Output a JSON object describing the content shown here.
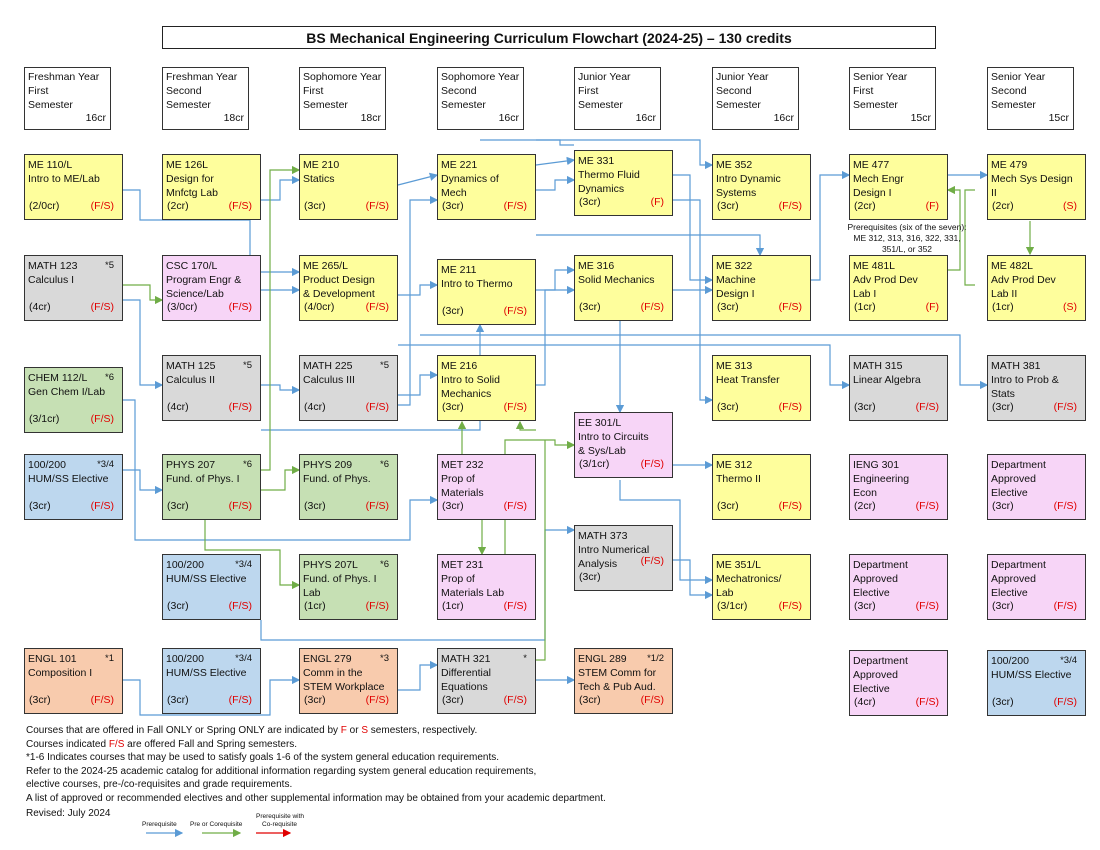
{
  "title": "BS Mechanical Engineering Curriculum Flowchart (2024-25) – 130 credits",
  "semesters": [
    {
      "line1": "Freshman Year",
      "line2": "First",
      "line3": "Semester",
      "credits": "16cr"
    },
    {
      "line1": "Freshman Year",
      "line2": "Second",
      "line3": "Semester",
      "credits": "18cr"
    },
    {
      "line1": "Sophomore Year",
      "line2": "First",
      "line3": "Semester",
      "credits": "18cr"
    },
    {
      "line1": "Sophomore Year",
      "line2": "Second",
      "line3": "Semester",
      "credits": "16cr"
    },
    {
      "line1": "Junior Year",
      "line2": "First",
      "line3": "Semester",
      "credits": "16cr"
    },
    {
      "line1": "Junior Year",
      "line2": "Second",
      "line3": "Semester",
      "credits": "16cr"
    },
    {
      "line1": "Senior Year",
      "line2": "First",
      "line3": "Semester",
      "credits": "15cr"
    },
    {
      "line1": "Senior Year",
      "line2": "Second",
      "line3": "Semester",
      "credits": "15cr"
    }
  ],
  "courses": {
    "me110": {
      "l1": "ME 110/L",
      "l2": "Intro to ME/Lab",
      "l3": "",
      "credits": "(2/0cr)",
      "offered": "(F/S)",
      "star": ""
    },
    "math123": {
      "l1": "MATH 123",
      "l2": "Calculus I",
      "l3": "",
      "credits": "(4cr)",
      "offered": "(F/S)",
      "star": "*5"
    },
    "chem112": {
      "l1": "CHEM 112/L",
      "l2": "Gen Chem I/Lab",
      "l3": "",
      "credits": "(3/1cr)",
      "offered": "(F/S)",
      "star": "*6"
    },
    "hum1": {
      "l1": "100/200",
      "l2": "HUM/SS Elective",
      "l3": "",
      "credits": "(3cr)",
      "offered": "(F/S)",
      "star": "*3/4"
    },
    "engl101": {
      "l1": "ENGL 101",
      "l2": "Composition I",
      "l3": "",
      "credits": "(3cr)",
      "offered": "(F/S)",
      "star": "*1"
    },
    "me126": {
      "l1": "ME 126L",
      "l2": "Design for",
      "l3": "Mnfctg Lab",
      "credits": "(2cr)",
      "offered": "(F/S)",
      "star": ""
    },
    "csc170": {
      "l1": "CSC 170/L",
      "l2": "Program Engr &",
      "l3": "Science/Lab",
      "credits": "(3/0cr)",
      "offered": "(F/S)",
      "star": ""
    },
    "math125": {
      "l1": "MATH 125",
      "l2": "Calculus II",
      "l3": "",
      "credits": "(4cr)",
      "offered": "(F/S)",
      "star": "*5"
    },
    "phys207": {
      "l1": "PHYS 207",
      "l2": "Fund. of Phys. I",
      "l3": "",
      "credits": "(3cr)",
      "offered": "(F/S)",
      "star": "*6"
    },
    "hum2": {
      "l1": "100/200",
      "l2": "HUM/SS Elective",
      "l3": "",
      "credits": "(3cr)",
      "offered": "(F/S)",
      "star": "*3/4"
    },
    "hum3": {
      "l1": "100/200",
      "l2": "HUM/SS Elective",
      "l3": "",
      "credits": "(3cr)",
      "offered": "(F/S)",
      "star": "*3/4"
    },
    "me210": {
      "l1": "ME 210",
      "l2": "Statics",
      "l3": "",
      "credits": "(3cr)",
      "offered": "(F/S)",
      "star": ""
    },
    "me265": {
      "l1": "ME 265/L",
      "l2": "Product Design",
      "l3": "& Development",
      "credits": "(4/0cr)",
      "offered": "(F/S)",
      "star": ""
    },
    "math225": {
      "l1": "MATH 225",
      "l2": "Calculus III",
      "l3": "",
      "credits": "(4cr)",
      "offered": "(F/S)",
      "star": "*5"
    },
    "phys209": {
      "l1": "PHYS 209",
      "l2": "Fund. of Phys.",
      "l3": "",
      "credits": "(3cr)",
      "offered": "(F/S)",
      "star": "*6"
    },
    "phys207l": {
      "l1": "PHYS 207L",
      "l2": "Fund. of Phys. I",
      "l3": "Lab",
      "credits": "(1cr)",
      "offered": "(F/S)",
      "star": "*6"
    },
    "engl279": {
      "l1": "ENGL 279",
      "l2": "Comm in the",
      "l3": "STEM Workplace",
      "credits": "(3cr)",
      "offered": "(F/S)",
      "star": "*3"
    },
    "me221": {
      "l1": "ME 221",
      "l2": "Dynamics of",
      "l3": "Mech",
      "credits": "(3cr)",
      "offered": "(F/S)",
      "star": ""
    },
    "me211": {
      "l1": "ME 211",
      "l2": "Intro to Thermo",
      "l3": "",
      "credits": "(3cr)",
      "offered": "(F/S)",
      "star": ""
    },
    "me216": {
      "l1": "ME 216",
      "l2": "Intro to Solid",
      "l3": "Mechanics",
      "credits": "(3cr)",
      "offered": "(F/S)",
      "star": ""
    },
    "met232": {
      "l1": "MET 232",
      "l2": "Prop of",
      "l3": "Materials",
      "credits": "(3cr)",
      "offered": "(F/S)",
      "star": ""
    },
    "met231": {
      "l1": "MET 231",
      "l2": "Prop of",
      "l3": "Materials Lab",
      "credits": "(1cr)",
      "offered": "(F/S)",
      "star": ""
    },
    "math321": {
      "l1": "MATH 321",
      "l2": "Differential",
      "l3": "Equations",
      "credits": "(3cr)",
      "offered": "(F/S)",
      "star": "*"
    },
    "me331": {
      "l1": "ME 331",
      "l2": "Thermo Fluid",
      "l3": "Dynamics",
      "credits": "(3cr)",
      "offered": "(F)",
      "star": ""
    },
    "me316": {
      "l1": "ME 316",
      "l2": "Solid Mechanics",
      "l3": "",
      "credits": "(3cr)",
      "offered": "(F/S)",
      "star": ""
    },
    "ee301": {
      "l1": "EE 301/L",
      "l2": "Intro to Circuits",
      "l3": "& Sys/Lab",
      "credits": "(3/1cr)",
      "offered": "(F/S)",
      "star": ""
    },
    "math373": {
      "l1": "MATH 373",
      "l2": "Intro Numerical",
      "l3": "Analysis",
      "credits": "(3cr)",
      "offered": "(F/S)",
      "star": ""
    },
    "engl289": {
      "l1": "ENGL 289",
      "l2": "STEM Comm for",
      "l3": "Tech & Pub Aud.",
      "credits": "(3cr)",
      "offered": "(F/S)",
      "star": "*1/2"
    },
    "me352": {
      "l1": "ME 352",
      "l2": "Intro Dynamic",
      "l3": "Systems",
      "credits": "(3cr)",
      "offered": "(F/S)",
      "star": ""
    },
    "me322": {
      "l1": "ME 322",
      "l2": "Machine",
      "l3": "Design I",
      "credits": "(3cr)",
      "offered": "(F/S)",
      "star": ""
    },
    "me313": {
      "l1": "ME 313",
      "l2": "Heat Transfer",
      "l3": "",
      "credits": "(3cr)",
      "offered": "(F/S)",
      "star": ""
    },
    "me312": {
      "l1": "ME 312",
      "l2": "Thermo II",
      "l3": "",
      "credits": "(3cr)",
      "offered": "(F/S)",
      "star": ""
    },
    "me351": {
      "l1": "ME 351/L",
      "l2": "Mechatronics/",
      "l3": "Lab",
      "credits": "(3/1cr)",
      "offered": "(F/S)",
      "star": ""
    },
    "me477": {
      "l1": "ME 477",
      "l2": "Mech Engr",
      "l3": "Design I",
      "credits": "(2cr)",
      "offered": "(F)",
      "star": ""
    },
    "me481": {
      "l1": "ME 481L",
      "l2": "Adv Prod Dev",
      "l3": "Lab I",
      "credits": "(1cr)",
      "offered": "(F)",
      "star": ""
    },
    "math315": {
      "l1": "MATH 315",
      "l2": "Linear Algebra",
      "l3": "",
      "credits": "(3cr)",
      "offered": "(F/S)",
      "star": ""
    },
    "ieng301": {
      "l1": "IENG 301",
      "l2": "Engineering",
      "l3": "Econ",
      "credits": "(2cr)",
      "offered": "(F/S)",
      "star": ""
    },
    "dae1": {
      "l1": "Department",
      "l2": "Approved",
      "l3": "Elective",
      "credits": "(3cr)",
      "offered": "(F/S)",
      "star": ""
    },
    "dae2": {
      "l1": "Department",
      "l2": "Approved",
      "l3": "Elective",
      "credits": "(4cr)",
      "offered": "(F/S)",
      "star": ""
    },
    "me479": {
      "l1": "ME 479",
      "l2": "Mech Sys Design",
      "l3": "II",
      "credits": "(2cr)",
      "offered": "(S)",
      "star": ""
    },
    "me482": {
      "l1": "ME 482L",
      "l2": "Adv Prod Dev",
      "l3": "Lab II",
      "credits": "(1cr)",
      "offered": "(S)",
      "star": ""
    },
    "math381": {
      "l1": "MATH 381",
      "l2": "Intro to Prob &",
      "l3": "Stats",
      "credits": "(3cr)",
      "offered": "(F/S)",
      "star": ""
    },
    "dae3": {
      "l1": "Department",
      "l2": "Approved",
      "l3": "Elective",
      "credits": "(3cr)",
      "offered": "(F/S)",
      "star": ""
    },
    "dae4": {
      "l1": "Department",
      "l2": "Approved",
      "l3": "Elective",
      "credits": "(3cr)",
      "offered": "(F/S)",
      "star": ""
    },
    "hum4": {
      "l1": "100/200",
      "l2": "HUM/SS Elective",
      "l3": "",
      "credits": "(3cr)",
      "offered": "(F/S)",
      "star": "*3/4"
    }
  },
  "prereq_note": "Prerequisites (six of the seven): ME 312, 313, 316, 322, 331, 351/L, or 352",
  "notes": {
    "n1a": "Courses that are offered in Fall ONLY or Spring ONLY are indicated by ",
    "n1F": "F",
    "n1b": " or ",
    "n1S": "S",
    "n1c": " semesters, respectively.",
    "n2a": "Courses indicated ",
    "n2FS": "F/S",
    "n2b": " are offered Fall and Spring semesters.",
    "n3": "*1-6 Indicates courses that may be used to satisfy goals 1-6 of the system general education requirements.",
    "n4": "Refer to the 2024-25 academic catalog for additional information regarding system general education requirements,",
    "n5": "elective courses, pre-/co-requisites and grade requirements.",
    "n6": "A list of approved or recommended electives and other supplemental information may be obtained from your academic department."
  },
  "revised": "Revised: July 2024",
  "legend": {
    "prereq": "Prerequisite",
    "preco": "Pre or Corequisite",
    "prewith": "Prerequisite with",
    "prewith2": "Co-requisite"
  },
  "colors": {
    "yellow": "#fefe9c",
    "gray": "#d9d9d9",
    "pink": "#f7d5f7",
    "green": "#c6e0b4",
    "blue": "#bdd7ee",
    "orange": "#f8cbad",
    "prereq_line": "#5b9bd5",
    "preco_line": "#70ad47",
    "coreq_line": "#e00000"
  }
}
